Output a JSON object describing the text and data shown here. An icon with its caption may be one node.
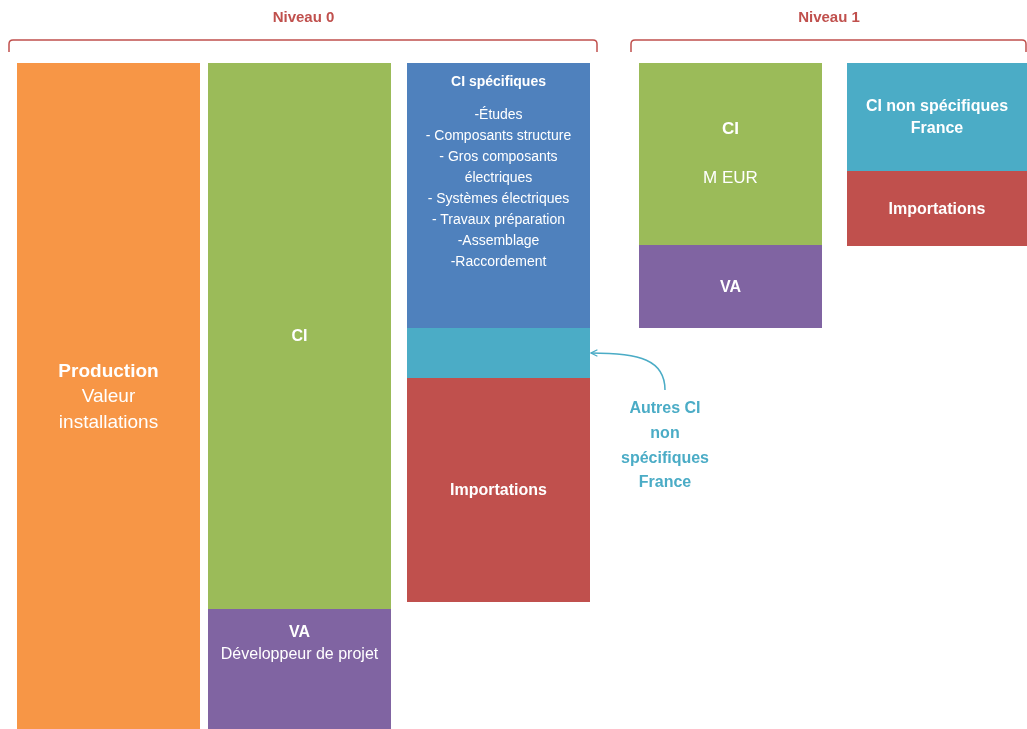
{
  "diagram": {
    "nodes": [
      {
        "text": [
          "Production",
          "Valeur installations"
        ]
      },
      {
        "text": [
          "CI"
        ]
      },
      {
        "text": [
          "VA",
          "Développeur de projet"
        ]
      },
      {
        "text": [
          "CI spécifiques",
          "-Études",
          "- Composants structure",
          "- Gros composants électriques",
          "- Systèmes électriques",
          "- Travaux préparation",
          "-Assemblage",
          "-Raccordement"
        ]
      },
      {
        "text": [],
        "shape": "box"
      },
      {
        "text": [
          "Importations"
        ]
      },
      {
        "text": [
          "Autres CI non spécifiques France"
        ]
      },
      {
        "text": [
          "CI",
          "M EUR"
        ]
      },
      {
        "text": [
          "VA"
        ]
      },
      {
        "text": [
          "CI non spécifiques France"
        ]
      },
      {
        "text": [
          "Importations"
        ]
      }
    ],
    "edges": [
      {
        "from": 6,
        "to": 4,
        "arrow": "to",
        "color": "#4bacc6"
      }
    ],
    "labels": [
      "Niveau 0",
      "Niveau 1"
    ]
  }
}
